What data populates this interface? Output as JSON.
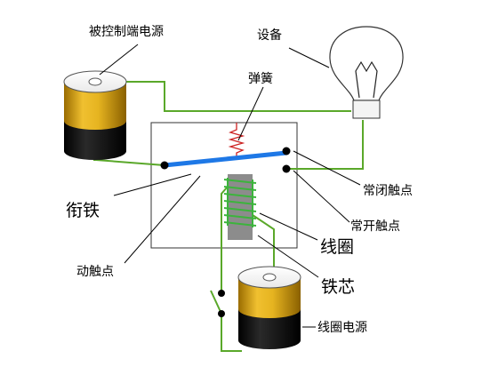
{
  "labels": {
    "controlled_power": "被控制端电源",
    "device": "设备",
    "spring": "弹簧",
    "nc_contact": "常闭触点",
    "armature": "衔铁",
    "no_contact": "常开触点",
    "coil": "线圈",
    "moving_contact": "动触点",
    "iron_core": "铁芯",
    "coil_power": "线圈电源"
  },
  "colors": {
    "wire": "#5aa82a",
    "armature": "#1e78e6",
    "coil": "#3cb43c",
    "core": "#8c8c8c",
    "battery_gold": "#c8920a",
    "battery_black": "#111111",
    "contact": "#000000",
    "spring": "#cc2222"
  },
  "icons": {
    "battery_top": "battery-icon",
    "battery_bottom": "battery-icon",
    "bulb": "light-bulb-icon"
  }
}
